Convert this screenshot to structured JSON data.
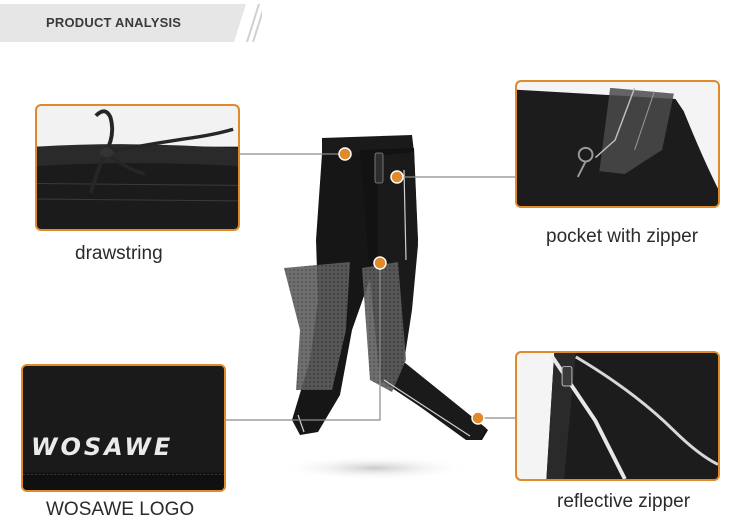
{
  "header": {
    "title": "PRODUCT ANALYSIS"
  },
  "features": {
    "drawstring": {
      "label": "drawstring"
    },
    "pocket": {
      "label": "pocket with zipper"
    },
    "logo": {
      "label": "WOSAWE LOGO",
      "brand_text": "WOSAWE"
    },
    "reflective": {
      "label": "reflective zipper"
    }
  },
  "colors": {
    "accent": "#e08a2a",
    "fabric": "#1e1e1e",
    "banner": "#e6e6e6"
  }
}
